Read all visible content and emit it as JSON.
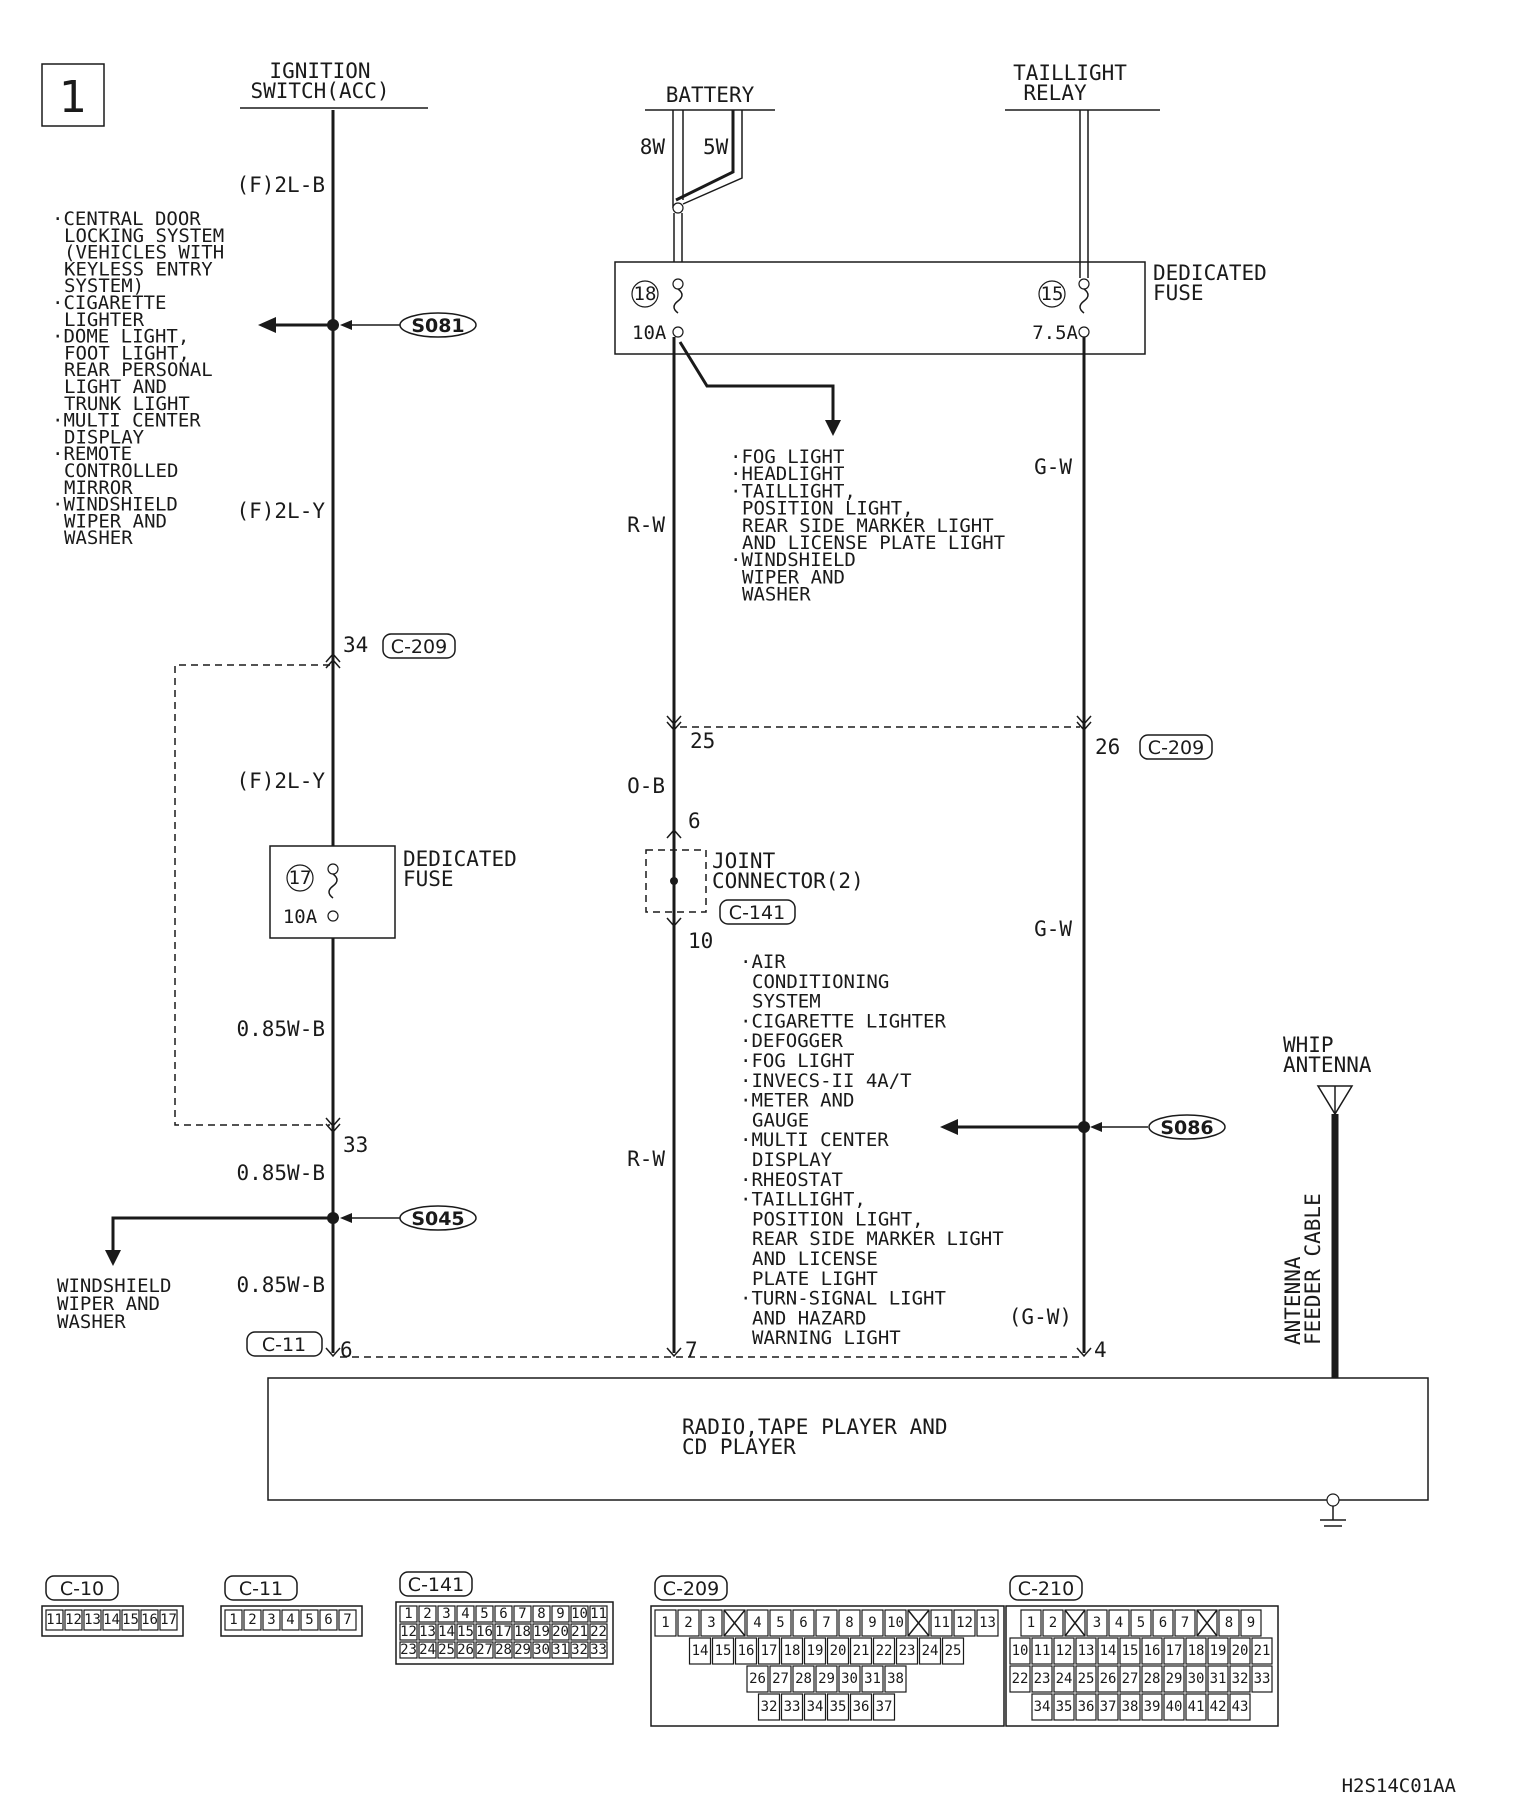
{
  "page_number": "1",
  "sources": {
    "ignition": [
      "IGNITION",
      "SWITCH(ACC)"
    ],
    "battery": [
      "BATTERY"
    ],
    "taillight": [
      "TAILLIGHT",
      "RELAY"
    ]
  },
  "wires": {
    "ign_upper": "(F)2L-B",
    "ign_mid": "(F)2L-Y",
    "ign_lower": "(F)2L-Y",
    "fuse_out": "0.85W-B",
    "after_33": "0.85W-B",
    "bottom": "0.85W-B",
    "batt_8w": "8W",
    "batt_5w": "5W",
    "batt_upper": "R-W",
    "batt_mid": "O-B",
    "batt_lower": "R-W",
    "tail_upper": "G-W",
    "tail_mid": "G-W",
    "tail_lower": "(G-W)"
  },
  "fuses": {
    "dedicated_top": {
      "label": [
        "DEDICATED",
        "FUSE"
      ],
      "fuse18_num": "18",
      "fuse18_amp": "10A",
      "fuse15_num": "15",
      "fuse15_amp": "7.5A"
    },
    "dedicated_left": {
      "label": [
        "DEDICATED",
        "FUSE"
      ],
      "num": "17",
      "amp": "10A"
    }
  },
  "splices": {
    "s081": "S081",
    "s045": "S045",
    "s086": "S086"
  },
  "connectors": {
    "c209": "C-209",
    "c141": "C-141",
    "c11": "C-11",
    "pin34": "34",
    "pin33": "33",
    "pin25": "25",
    "pin26": "26",
    "pin6_joint": "6",
    "pin10_joint": "10",
    "pin6_radio": "6",
    "pin7_radio": "7",
    "pin4_radio": "4"
  },
  "joint_connector": [
    "JOINT",
    "CONNECTOR(2)"
  ],
  "lists": {
    "ignition_loads": [
      "·CENTRAL DOOR",
      "LOCKING SYSTEM",
      "(VEHICLES WITH",
      "KEYLESS ENTRY",
      "SYSTEM)",
      "·CIGARETTE",
      "LIGHTER",
      "·DOME LIGHT,",
      "FOOT LIGHT,",
      "REAR PERSONAL",
      "LIGHT AND",
      "TRUNK LIGHT",
      "·MULTI CENTER",
      "DISPLAY",
      "·REMOTE",
      "CONTROLLED",
      "MIRROR",
      "·WINDSHIELD",
      "WIPER AND",
      "WASHER"
    ],
    "battery_loads": [
      "·FOG LIGHT",
      "·HEADLIGHT",
      "·TAILLIGHT,",
      "POSITION LIGHT,",
      "REAR SIDE MARKER LIGHT",
      "AND LICENSE PLATE LIGHT",
      "·WINDSHIELD",
      "WIPER AND",
      "WASHER"
    ],
    "taillight_loads": [
      "·AIR",
      "CONDITIONING",
      "SYSTEM",
      "·CIGARETTE LIGHTER",
      "·DEFOGGER",
      "·FOG LIGHT",
      "·INVECS-II 4A/T",
      "·METER AND",
      "GAUGE",
      "·MULTI CENTER",
      "DISPLAY",
      "·RHEOSTAT",
      "·TAILLIGHT,",
      "POSITION LIGHT,",
      "REAR SIDE MARKER LIGHT",
      "AND LICENSE",
      "PLATE LIGHT",
      "·TURN-SIGNAL LIGHT",
      "AND HAZARD",
      "WARNING LIGHT"
    ],
    "wiper_load": [
      "WINDSHIELD",
      "WIPER AND",
      "WASHER"
    ]
  },
  "antenna": {
    "label": [
      "WHIP",
      "ANTENNA"
    ],
    "cable": [
      "ANTENNA",
      "FEEDER CABLE"
    ]
  },
  "radio": {
    "label": [
      "RADIO,TAPE PLAYER AND",
      "CD PLAYER"
    ]
  },
  "connector_faces": [
    {
      "name": "C-10",
      "rows": [
        [
          "11",
          "12",
          "13",
          "14",
          "15",
          "16",
          "17"
        ]
      ]
    },
    {
      "name": "C-11",
      "rows": [
        [
          "1",
          "2",
          "3",
          "4",
          "5",
          "6",
          "7"
        ]
      ]
    },
    {
      "name": "C-141",
      "rows": [
        [
          "1",
          "2",
          "3",
          "4",
          "5",
          "6",
          "7",
          "8",
          "9",
          "10",
          "11"
        ],
        [
          "12",
          "13",
          "14",
          "15",
          "16",
          "17",
          "18",
          "19",
          "20",
          "21",
          "22"
        ],
        [
          "23",
          "24",
          "25",
          "26",
          "27",
          "28",
          "29",
          "30",
          "31",
          "32",
          "33"
        ]
      ]
    },
    {
      "name": "C-209",
      "rows": [
        [
          "1",
          "2",
          "3",
          "",
          "4",
          "5",
          "6",
          "7",
          "8",
          "9",
          "10",
          "",
          "11",
          "12",
          "13"
        ],
        [
          "14",
          "15",
          "16",
          "17",
          "18",
          "19",
          "20",
          "21",
          "22",
          "23",
          "24",
          "25"
        ],
        [
          "26",
          "27",
          "28",
          "29",
          "30",
          "31",
          "38"
        ],
        [
          "32",
          "33",
          "34",
          "35",
          "36",
          "37"
        ]
      ]
    },
    {
      "name": "C-210",
      "rows": [
        [
          "1",
          "2",
          "",
          "3",
          "4",
          "5",
          "6",
          "7",
          "",
          "8",
          "9"
        ],
        [
          "10",
          "11",
          "12",
          "13",
          "14",
          "15",
          "16",
          "17",
          "18",
          "19",
          "20",
          "21"
        ],
        [
          "22",
          "23",
          "24",
          "25",
          "26",
          "27",
          "28",
          "29",
          "30",
          "31",
          "32",
          "33"
        ],
        [
          "34",
          "35",
          "36",
          "37",
          "38",
          "39",
          "40",
          "41",
          "42",
          "43"
        ]
      ]
    }
  ],
  "figure_code": "H2S14C01AA"
}
